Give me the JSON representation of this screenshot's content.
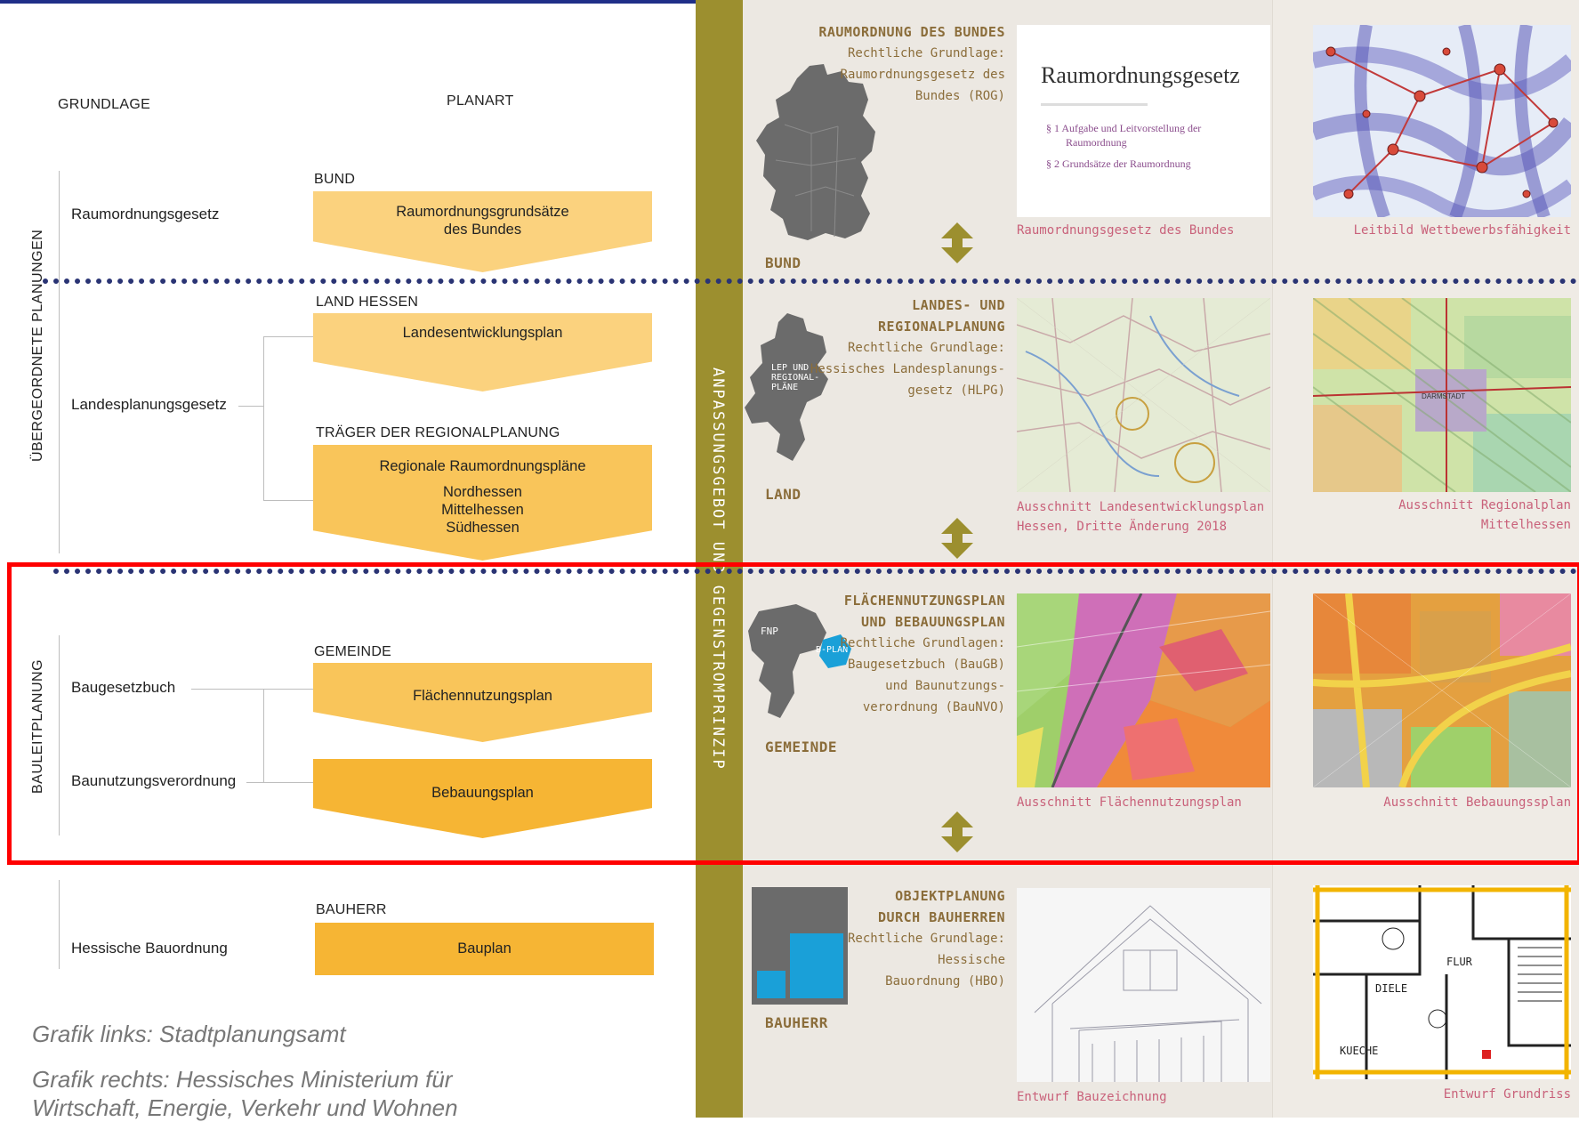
{
  "left": {
    "header_grundlage": "GRUNDLAGE",
    "header_planart": "PLANART",
    "vertical_upper": "ÜBERGEORDNETE PLANUNGEN",
    "vertical_lower": "BAULEITPLANUNG",
    "laws": [
      "Raumordnungsgesetz",
      "Landesplanungsgesetz",
      "Baugesetzbuch",
      "Baunutzungsverordnung",
      "Hessische Bauordnung"
    ],
    "categories": [
      "BUND",
      "LAND HESSEN",
      "TRÄGER DER REGIONALPLANUNG",
      "GEMEINDE",
      "BAUHERR"
    ],
    "plans": {
      "raumordnung_line1": "Raumordnungsgrundsätze",
      "raumordnung_line2": "des Bundes",
      "landesentwicklung": "Landesentwicklungsplan",
      "regional_title": "Regionale Raumordnungspläne",
      "regional_items": [
        "Nordhessen",
        "Mittelhessen",
        "Südhessen"
      ],
      "fnp": "Flächennutzungsplan",
      "bplan": "Bebauungsplan",
      "bauplan": "Bauplan"
    },
    "credits": [
      "Grafik links: Stadtplanungsamt",
      "Grafik rechts: Hessisches Ministerium für",
      "Wirtschaft, Energie, Verkehr und Wohnen"
    ]
  },
  "center_band": "ANPASSUNGSGEBOT UND GEGENSTROMPRINZIP",
  "right": {
    "sections": [
      {
        "title": [
          "RAUMORDNUNG DES BUNDES"
        ],
        "body": [
          "Rechtliche Grundlage:",
          "Raumordnungsgesetz des",
          "Bundes (ROG)"
        ],
        "level": "BUND"
      },
      {
        "title": [
          "LANDES- UND",
          "REGIONALPLANUNG"
        ],
        "body": [
          "Rechtliche Grundlage:",
          "Hessisches Landesplanungs-",
          "gesetz (HLPG)"
        ],
        "level": "LAND",
        "map_label": [
          "LEP UND",
          "REGIONAL-",
          "PLÄNE"
        ]
      },
      {
        "title": [
          "FLÄCHENNUTZUNGSPLAN",
          "UND BEBAUUNGSPLAN"
        ],
        "body": [
          "Rechtliche Grundlagen:",
          "Baugesetzbuch (BauGB)",
          "und Baunutzungs-",
          "verordnung (BauNVO)"
        ],
        "level": "GEMEINDE",
        "map_labels": [
          "FNP",
          "B-PLAN"
        ]
      },
      {
        "title": [
          "OBJEKTPLANUNG",
          "DURCH BAUHERREN"
        ],
        "body": [
          "Rechtliche Grundlage:",
          "Hessische",
          "Bauordnung (HBO)"
        ],
        "level": "BAUHERR"
      }
    ],
    "doc_title": "Raumordnungsgesetz",
    "doc_lines": [
      "§ 1  Aufgabe und Leitvorstellung der",
      "Raumordnung",
      "§ 2  Grundsätze der Raumordnung"
    ],
    "captions": {
      "c1": "Raumordnungsgesetz des Bundes",
      "c2": "Leitbild Wettbewerbsfähigkeit",
      "c3a": "Ausschnitt Landesentwicklungsplan",
      "c3b": "Hessen, Dritte Änderung 2018",
      "c4": "Ausschnitt Regionalplan Mittelhessen",
      "c5": "Ausschnitt Flächennutzungsplan",
      "c6": "Ausschnitt Bebauungssplan",
      "c7": "Entwurf Bauzeichnung",
      "c8": "Entwurf Grundriss"
    },
    "plan_labels": {
      "darmstadt": "DARMSTADT"
    },
    "floor_labels": [
      "DIELE",
      "FLUR",
      "KUECHE"
    ]
  },
  "colors": {
    "arrow_light": "#fbd27e",
    "arrow_mid": "#f9c55a",
    "arrow_dark": "#f6b534",
    "olive": "#9c8f2f",
    "highlight": "#ff0000",
    "dots": "#2a3474"
  }
}
